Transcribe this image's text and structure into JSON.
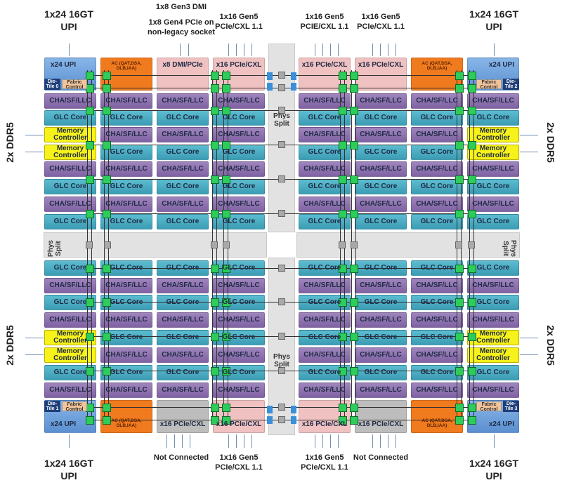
{
  "edge_labels": {
    "top_left_upi": [
      "1x24 16GT",
      "UPI"
    ],
    "top_dmi": [
      "1x8 Gen3 DMI",
      "",
      "1x8 Gen4 PCIe on",
      "non-legacy socket"
    ],
    "top_pcie_1": [
      "1x16 Gen5",
      "PCIe/CXL 1.1"
    ],
    "top_pcie_2": [
      "1x16 Gen5",
      "PCIE/CXL 1.1"
    ],
    "top_pcie_3": [
      "1x16 Gen5",
      "PCIe/CXL 1.1"
    ],
    "top_right_upi": [
      "1x24 16GT",
      "UPI"
    ],
    "bottom_left_upi": [
      "1x24 16GT",
      "UPI"
    ],
    "bottom_not_connected_1": [
      "Not Connected"
    ],
    "bottom_pcie_1": [
      "1x16 Gen5",
      "PCIe/CXL 1.1"
    ],
    "bottom_pcie_2": [
      "1x16 Gen5",
      "PCIe/CXL 1.1"
    ],
    "bottom_not_connected_2": [
      "Not Connected"
    ],
    "bottom_right_upi": [
      "1x24 16GT",
      "UPI"
    ],
    "ddr_left_top": "2x DDR5",
    "ddr_left_bottom": "2x DDR5",
    "ddr_right_top": "2x DDR5",
    "ddr_right_bottom": "2x DDR5"
  },
  "top_io": [
    {
      "type": "upi",
      "label": "x24 UPI",
      "die": "Die-Tile 0",
      "fabric": "Fabric Control"
    },
    {
      "type": "ac",
      "label": "AC (QAT,DSA, DLB,IAA)"
    },
    {
      "type": "pink",
      "label": "x8 DMI/PCIe"
    },
    {
      "type": "pink",
      "label": "x16 PCIe/CXL"
    },
    {
      "type": "pink",
      "label": "x16 PCIe/CXL"
    },
    {
      "type": "pink",
      "label": "x16 PCIe/CXL"
    },
    {
      "type": "ac",
      "label": "AC (QAT,DSA, DLB,IAA)"
    },
    {
      "type": "upi",
      "label": "x24 UPI",
      "die": "Die-Tile 2",
      "fabric": "Fabric Control"
    }
  ],
  "bottom_io": [
    {
      "type": "upi",
      "label": "x24 UPI",
      "die": "Die-Tile 1",
      "fabric": "Fabric Control"
    },
    {
      "type": "ac",
      "label": "AC (QAT,DSA, DLB,IAA)"
    },
    {
      "type": "gray",
      "label": "x16 PCIe/CXL"
    },
    {
      "type": "pink",
      "label": "x16 PCIe/CXL"
    },
    {
      "type": "pink",
      "label": "x16 PCIe/CXL"
    },
    {
      "type": "gray",
      "label": "x16 PCIe/CXL"
    },
    {
      "type": "ac",
      "label": "AC (QAT,DSA, DLB,IAA)"
    },
    {
      "type": "upi",
      "label": "x24 UPI",
      "die": "Die-Tile 3",
      "fabric": "Fabric Control"
    }
  ],
  "top_rows": [
    [
      "CHA/SF/LLC",
      "CHA/SF/LLC",
      "CHA/SF/LLC",
      "CHA/SF/LLC",
      "CHA/SF/LLC",
      "CHA/SF/LLC",
      "CHA/SF/LLC",
      "CHA/SF/LLC"
    ],
    [
      "GLC Core",
      "GLC Core",
      "GLC Core",
      "GLC Core",
      "GLC Core",
      "GLC Core",
      "GLC Core",
      "GLC Core"
    ],
    [
      "Memory Controller",
      "CHA/SF/LLC",
      "CHA/SF/LLC",
      "CHA/SF/LLC",
      "CHA/SF/LLC",
      "CHA/SF/LLC",
      "CHA/SF/LLC",
      "Memory Controller"
    ],
    [
      "Memory Controller",
      "GLC Core",
      "GLC Core",
      "GLC Core",
      "GLC Core",
      "GLC Core",
      "GLC Core",
      "Memory Controller"
    ],
    [
      "CHA/SF/LLC",
      "CHA/SF/LLC",
      "CHA/SF/LLC",
      "CHA/SF/LLC",
      "CHA/SF/LLC",
      "CHA/SF/LLC",
      "CHA/SF/LLC",
      "CHA/SF/LLC"
    ],
    [
      "GLC Core",
      "GLC Core",
      "GLC Core",
      "GLC Core",
      "GLC Core",
      "GLC Core",
      "GLC Core",
      "GLC Core"
    ],
    [
      "CHA/SF/LLC",
      "CHA/SF/LLC",
      "CHA/SF/LLC",
      "CHA/SF/LLC",
      "CHA/SF/LLC",
      "CHA/SF/LLC",
      "CHA/SF/LLC",
      "CHA/SF/LLC"
    ],
    [
      "GLC Core",
      "GLC Core",
      "GLC Core",
      "GLC Core",
      "GLC Core",
      "GLC Core",
      "GLC Core",
      "GLC Core"
    ]
  ],
  "bottom_rows": [
    [
      "GLC Core",
      "GLC Core",
      "GLC Core",
      "GLC Core",
      "GLC Core",
      "GLC Core",
      "GLC Core",
      "GLC Core"
    ],
    [
      "CHA/SF/LLC",
      "CHA/SF/LLC",
      "CHA/SF/LLC",
      "CHA/SF/LLC",
      "CHA/SF/LLC",
      "CHA/SF/LLC",
      "CHA/SF/LLC",
      "CHA/SF/LLC"
    ],
    [
      "GLC Core",
      "GLC Core",
      "GLC Core",
      "GLC Core",
      "GLC Core",
      "GLC Core",
      "GLC Core",
      "GLC Core"
    ],
    [
      "CHA/SF/LLC",
      "CHA/SF/LLC",
      "CHA/SF/LLC",
      "CHA/SF/LLC",
      "CHA/SF/LLC",
      "CHA/SF/LLC",
      "CHA/SF/LLC",
      "CHA/SF/LLC"
    ],
    [
      "Memory Controller",
      "GLC Core",
      "GLC Core",
      "GLC Core",
      "GLC Core",
      "GLC Core",
      "GLC Core",
      "Memory Controller"
    ],
    [
      "Memory Controller",
      "CHA/SF/LLC",
      "CHA/SF/LLC",
      "CHA/SF/LLC",
      "CHA/SF/LLC",
      "CHA/SF/LLC",
      "CHA/SF/LLC",
      "Memory Controller"
    ],
    [
      "GLC Core",
      "GLC Core",
      "GLC Core",
      "GLC Core",
      "GLC Core",
      "GLC Core",
      "GLC Core",
      "GLC Core"
    ],
    [
      "CHA/SF/LLC",
      "CHA/SF/LLC",
      "CHA/SF/LLC",
      "CHA/SF/LLC",
      "CHA/SF/LLC",
      "CHA/SF/LLC",
      "CHA/SF/LLC",
      "CHA/SF/LLC"
    ]
  ],
  "phys_split": {
    "center_top": "Phys Split",
    "center_bottom": "Phys Split",
    "left": "Phys Split",
    "right": "Phys Split"
  },
  "colors": {
    "cha": "#8a6fb0",
    "glc": "#4aaec4",
    "memory": "#f6f21a",
    "ac": "#f07a1e",
    "pcie": "#efc1c1",
    "not_connected": "#bdbdbd",
    "upi": "#6f9fdc",
    "mesh_stop": "#2ecc5a"
  }
}
